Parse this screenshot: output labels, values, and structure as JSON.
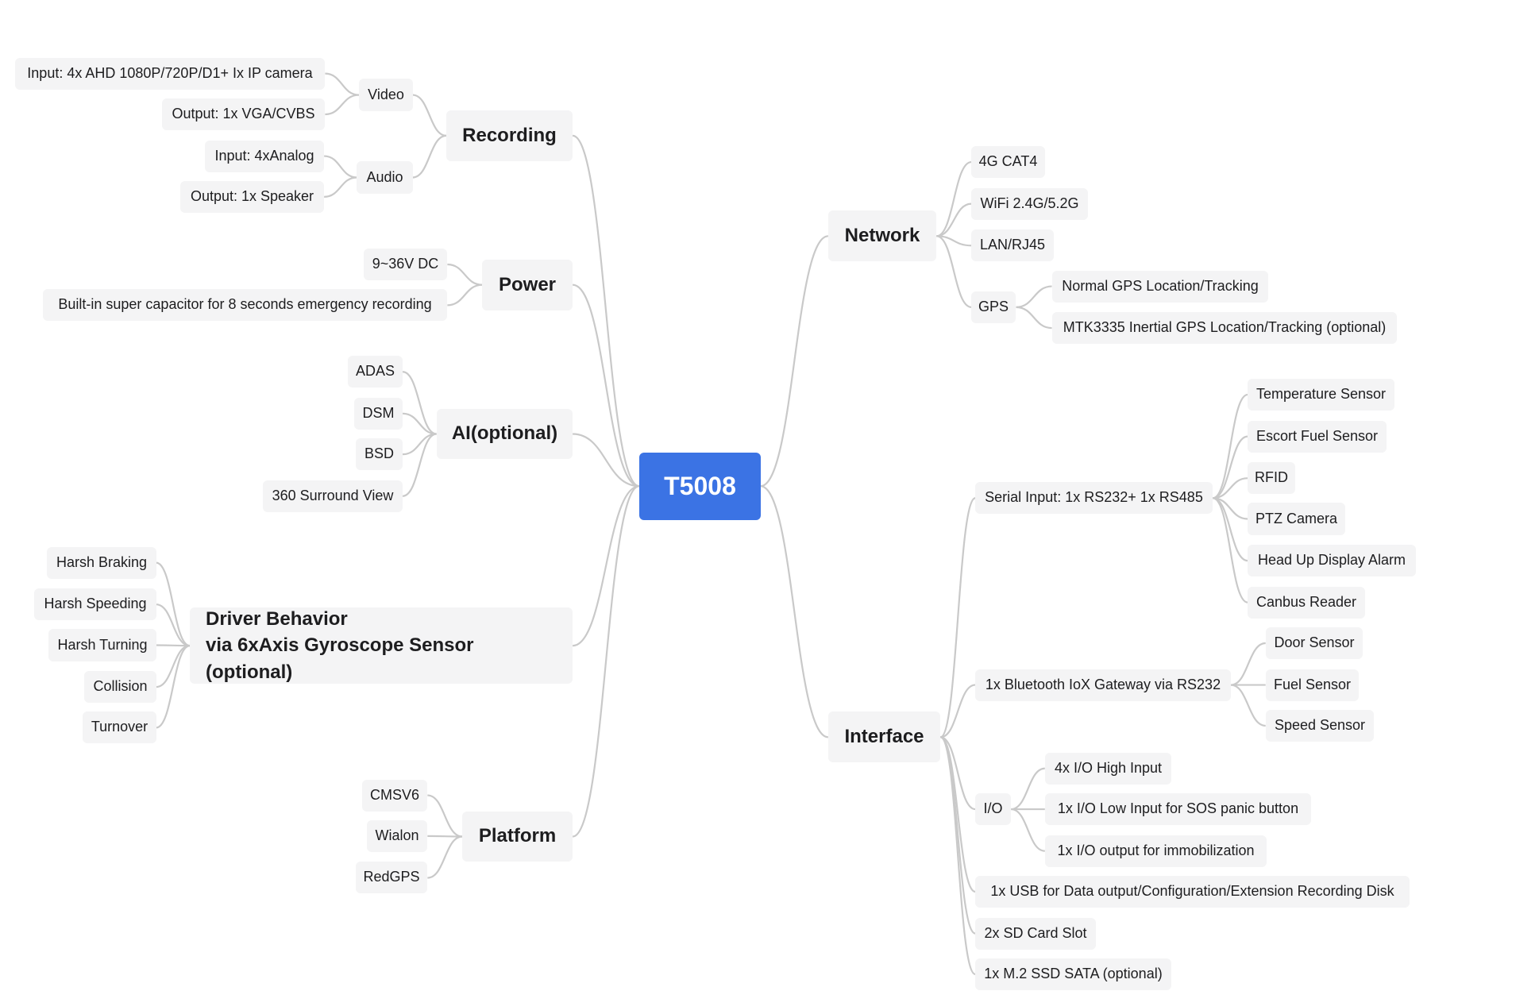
{
  "diagram": {
    "root": {
      "id": "root",
      "label": "T5008"
    },
    "branches": [
      {
        "id": "recording",
        "label": "Recording",
        "children": [
          {
            "id": "video",
            "label": "Video",
            "children": [
              {
                "id": "video-in",
                "label": "Input: 4x AHD 1080P/720P/D1+ Ix IP camera"
              },
              {
                "id": "video-out",
                "label": "Output: 1x VGA/CVBS"
              }
            ]
          },
          {
            "id": "audio",
            "label": "Audio",
            "children": [
              {
                "id": "audio-in",
                "label": "Input: 4xAnalog"
              },
              {
                "id": "audio-out",
                "label": "Output: 1x Speaker"
              }
            ]
          }
        ]
      },
      {
        "id": "power",
        "label": "Power",
        "children": [
          {
            "id": "power-dc",
            "label": "9~36V DC"
          },
          {
            "id": "power-cap",
            "label": "Built-in super capacitor for 8 seconds emergency recording"
          }
        ]
      },
      {
        "id": "ai",
        "label": "AI(optional)",
        "children": [
          {
            "id": "ai-adas",
            "label": "ADAS"
          },
          {
            "id": "ai-dsm",
            "label": "DSM"
          },
          {
            "id": "ai-bsd",
            "label": "BSD"
          },
          {
            "id": "ai-360",
            "label": "360 Surround View"
          }
        ]
      },
      {
        "id": "driver",
        "label": "Driver Behavior\nvia 6xAxis Gyroscope Sensor (optional)",
        "children": [
          {
            "id": "drv-braking",
            "label": "Harsh Braking"
          },
          {
            "id": "drv-speeding",
            "label": "Harsh Speeding"
          },
          {
            "id": "drv-turning",
            "label": "Harsh Turning"
          },
          {
            "id": "drv-collision",
            "label": "Collision"
          },
          {
            "id": "drv-turnover",
            "label": "Turnover"
          }
        ]
      },
      {
        "id": "platform",
        "label": "Platform",
        "children": [
          {
            "id": "plat-cmsv6",
            "label": "CMSV6"
          },
          {
            "id": "plat-wialon",
            "label": "Wialon"
          },
          {
            "id": "plat-redgps",
            "label": "RedGPS"
          }
        ]
      },
      {
        "id": "network",
        "label": "Network",
        "children": [
          {
            "id": "net-4g",
            "label": "4G CAT4"
          },
          {
            "id": "net-wifi",
            "label": "WiFi 2.4G/5.2G"
          },
          {
            "id": "net-lan",
            "label": "LAN/RJ45"
          },
          {
            "id": "net-gps",
            "label": "GPS",
            "children": [
              {
                "id": "gps-normal",
                "label": "Normal GPS Location/Tracking"
              },
              {
                "id": "gps-mtk",
                "label": "MTK3335 Inertial GPS Location/Tracking (optional)"
              }
            ]
          }
        ]
      },
      {
        "id": "interface",
        "label": "Interface",
        "children": [
          {
            "id": "if-serial",
            "label": "Serial Input: 1x RS232+ 1x RS485",
            "children": [
              {
                "id": "ser-temp",
                "label": "Temperature Sensor"
              },
              {
                "id": "ser-fuel",
                "label": "Escort Fuel Sensor"
              },
              {
                "id": "ser-rfid",
                "label": "RFID"
              },
              {
                "id": "ser-ptz",
                "label": "PTZ Camera"
              },
              {
                "id": "ser-hud",
                "label": "Head Up Display Alarm"
              },
              {
                "id": "ser-canbus",
                "label": "Canbus Reader"
              }
            ]
          },
          {
            "id": "if-bt",
            "label": "1x Bluetooth IoX Gateway via RS232",
            "children": [
              {
                "id": "bt-door",
                "label": "Door Sensor"
              },
              {
                "id": "bt-fuel",
                "label": "Fuel Sensor"
              },
              {
                "id": "bt-speed",
                "label": "Speed Sensor"
              }
            ]
          },
          {
            "id": "if-io",
            "label": "I/O",
            "children": [
              {
                "id": "io-high",
                "label": "4x I/O High Input"
              },
              {
                "id": "io-low",
                "label": "1x I/O Low Input for SOS panic button"
              },
              {
                "id": "io-out",
                "label": "1x I/O output for immobilization"
              }
            ]
          },
          {
            "id": "if-usb",
            "label": "1x USB for Data output/Configuration/Extension Recording Disk"
          },
          {
            "id": "if-sd",
            "label": "2x SD Card Slot"
          },
          {
            "id": "if-ssd",
            "label": "1x M.2 SSD SATA (optional)"
          }
        ]
      }
    ]
  }
}
